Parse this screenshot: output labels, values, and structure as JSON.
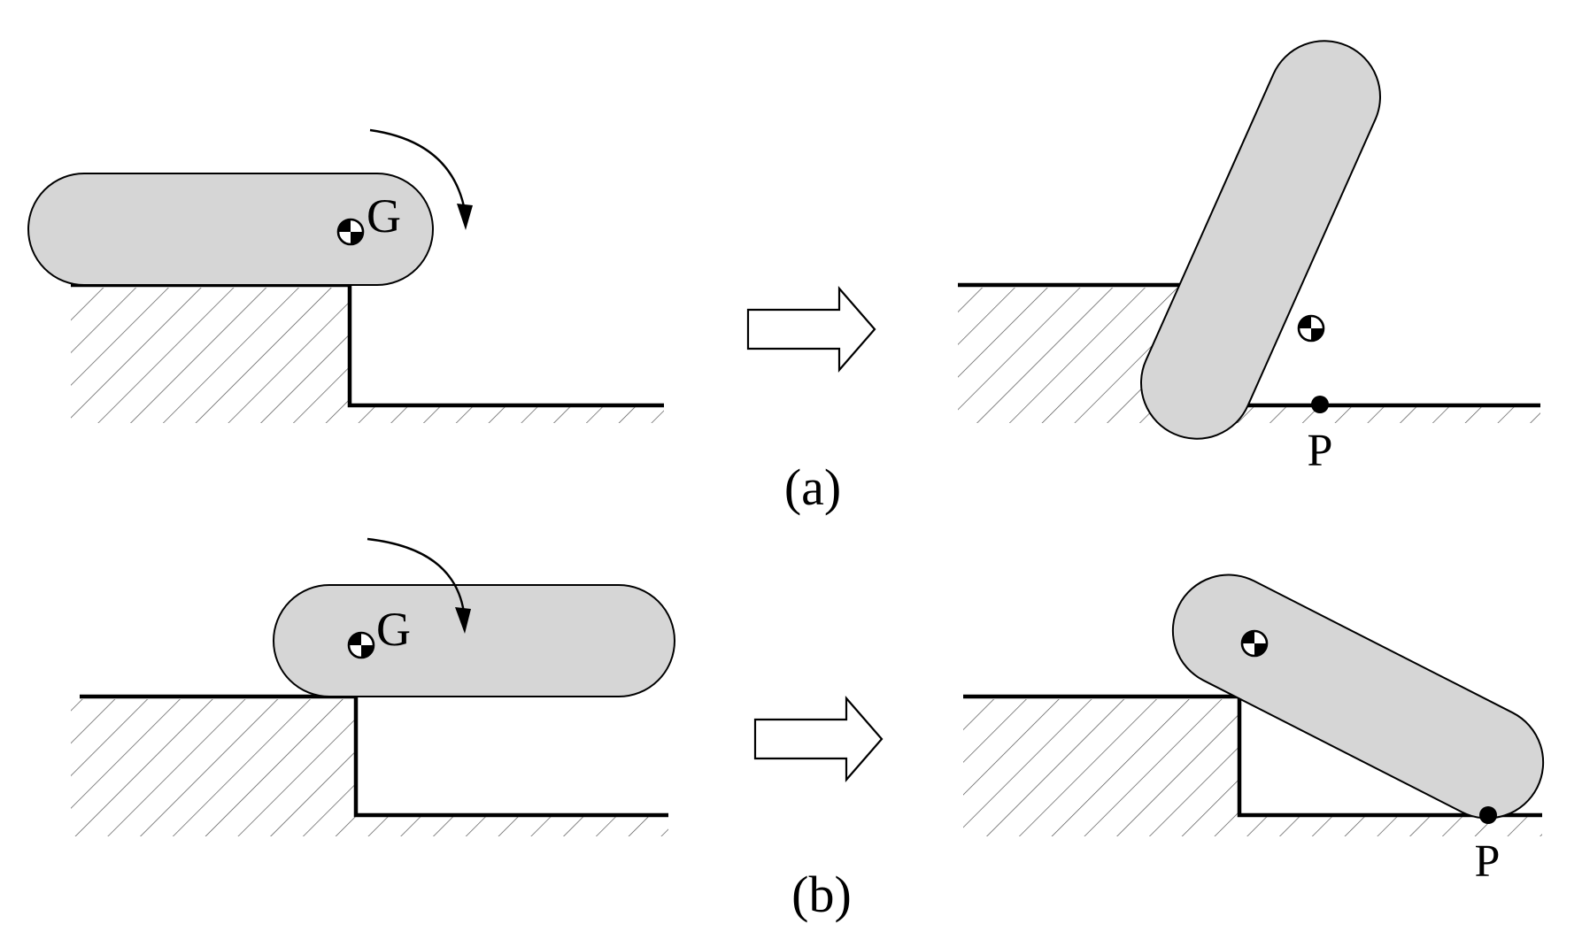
{
  "colors": {
    "body_fill": "#d6d6d6",
    "stroke": "#000000",
    "hatch": "#555555",
    "background": "#ffffff"
  },
  "panels": [
    {
      "caption": "(a)",
      "before": {
        "cg_label": "G",
        "cg_icon": "center-of-gravity-icon",
        "rotation_arrow": "clockwise-arrow-icon"
      },
      "transition_arrow": "right-arrow-icon",
      "after": {
        "contact_label": "P",
        "cg_icon": "center-of-gravity-icon"
      }
    },
    {
      "caption": "(b)",
      "before": {
        "cg_label": "G",
        "cg_icon": "center-of-gravity-icon",
        "rotation_arrow": "clockwise-arrow-icon"
      },
      "transition_arrow": "right-arrow-icon",
      "after": {
        "contact_label": "P",
        "cg_icon": "center-of-gravity-icon"
      }
    }
  ]
}
